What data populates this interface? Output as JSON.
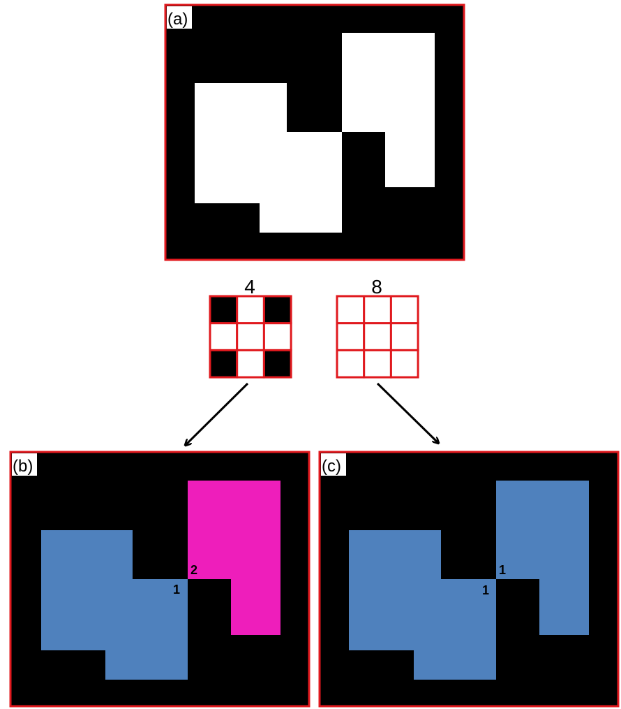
{
  "panels": {
    "a": {
      "label": "(a)"
    },
    "b": {
      "label": "(b)",
      "region_left_number": "1",
      "region_right_number": "2"
    },
    "c": {
      "label": "(c)",
      "region_left_number": "1",
      "region_right_number": "1"
    }
  },
  "connectivity_grids": [
    {
      "label": "4",
      "cells": [
        "black",
        "white",
        "black",
        "white",
        "white",
        "white",
        "black",
        "white",
        "black"
      ]
    },
    {
      "label": "8",
      "cells": [
        "white",
        "white",
        "white",
        "white",
        "white",
        "white",
        "white",
        "white",
        "white"
      ]
    }
  ],
  "colors": {
    "frame": "#e0191e",
    "background": "#000000",
    "foreground": "#ffffff",
    "region_blue": "#4f81bd",
    "region_magenta": "#ee1ebb"
  }
}
